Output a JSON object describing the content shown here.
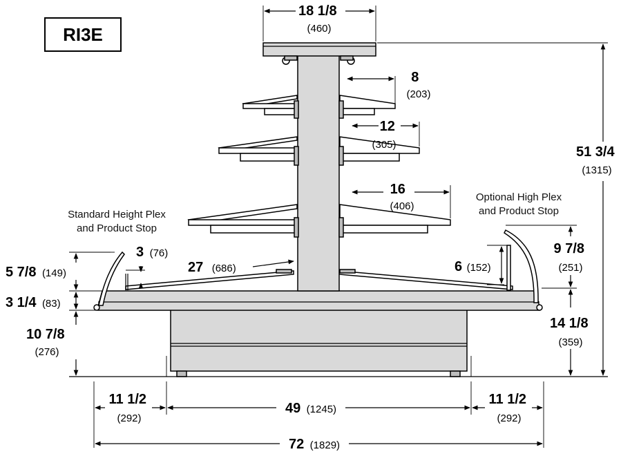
{
  "model": "RI3E",
  "notes": {
    "standard_1": "Standard Height Plex",
    "standard_2": "and Product Stop",
    "optional_1": "Optional High Plex",
    "optional_2": "and Product Stop"
  },
  "dims": {
    "top_width": {
      "big": "18 1/8",
      "small": "(460)"
    },
    "shelf1": {
      "big": "8",
      "small": "(203)"
    },
    "shelf2": {
      "big": "12",
      "small": "(305)"
    },
    "shelf3": {
      "big": "16",
      "small": "(406)"
    },
    "total_height": {
      "big": "51 3/4",
      "small": "(1315)"
    },
    "high_plex": {
      "big": "9 7/8",
      "small": "(251)"
    },
    "base_right": {
      "big": "14 1/8",
      "small": "(359)"
    },
    "stop_right": {
      "big": "6",
      "small": "(152)"
    },
    "stop_left": {
      "big": "3",
      "small": "(76)"
    },
    "deck": {
      "big": "27",
      "small": "(686)"
    },
    "plex_left": {
      "big": "5 7/8",
      "small": "(149)"
    },
    "rim": {
      "big": "3 1/4",
      "small": "(83)"
    },
    "base_left": {
      "big": "10 7/8",
      "small": "(276)"
    },
    "side_left": {
      "big": "11 1/2",
      "small": "(292)"
    },
    "center": {
      "big": "49",
      "small": "(1245)"
    },
    "side_right": {
      "big": "11 1/2",
      "small": "(292)"
    },
    "overall": {
      "big": "72",
      "small": "(1829)"
    }
  }
}
